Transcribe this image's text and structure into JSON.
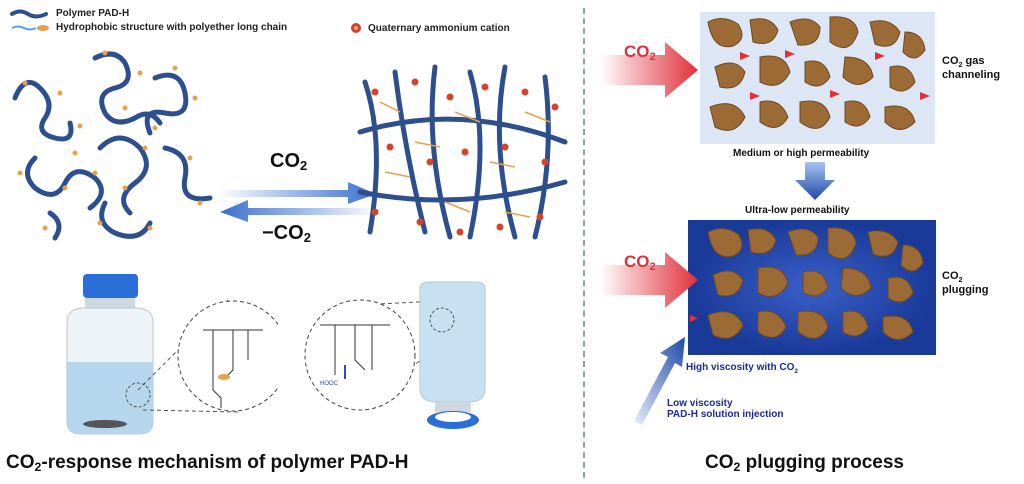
{
  "legend": {
    "polymer": "Polymer PAD-H",
    "hydrophobic": "Hydrophobic structure with polyether long chain",
    "cation": "Quaternary ammonium cation"
  },
  "arrows": {
    "forward": "CO",
    "forward_sub": "2",
    "backward": "−CO",
    "backward_sub": "2"
  },
  "left_title": {
    "prefix": "CO",
    "sub": "2",
    "rest": "-response mechanism of polymer PAD-H"
  },
  "right_title": {
    "prefix": "CO",
    "sub": "2",
    "rest": " plugging process"
  },
  "process": {
    "co2_top": "CO",
    "co2_top_sub": "2",
    "co2_bottom": "CO",
    "co2_bottom_sub": "2",
    "channeling_line1_prefix": "CO",
    "channeling_line1_sub": "2",
    "channeling_line1_rest": " gas",
    "channeling_line2": "channeling",
    "plugging_line1_prefix": "CO",
    "plugging_line1_sub": "2",
    "plugging_line2": "plugging",
    "medium_perm": "Medium or high permeability",
    "ultra_low_perm": "Ultra-low permeability",
    "high_visc_prefix": "High viscosity with CO",
    "high_visc_sub": "2",
    "low_visc_line1": "Low viscosity",
    "low_visc_line2": "PAD-H solution injection"
  },
  "colors": {
    "polymer": "#2d4f8e",
    "side_chain": "#e8a04a",
    "cation": "#d5442a",
    "rock": "#9c6b35",
    "arrow_red": "#e0303a",
    "arrow_blue": "#1f4aa8",
    "text_blue": "#1a2a9a"
  }
}
